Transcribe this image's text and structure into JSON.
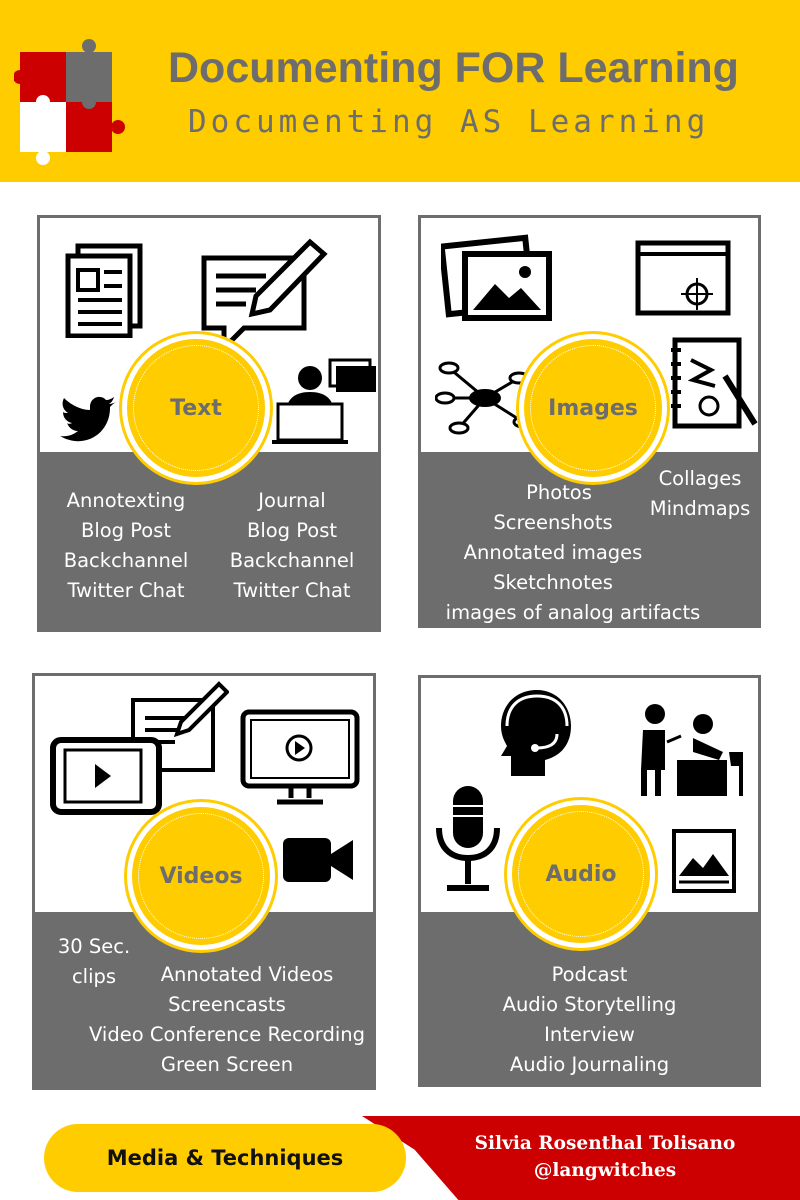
{
  "header": {
    "title": "Documenting FOR Learning",
    "subtitle": "Documenting AS Learning"
  },
  "colors": {
    "yellow": "#ffcc00",
    "gray": "#6d6d6d",
    "red": "#cc0000"
  },
  "panels": {
    "text": {
      "label": "Text",
      "left": [
        "Annotexting",
        "Blog Post",
        "Backchannel",
        "Twitter Chat"
      ],
      "right": [
        "Journal",
        "Blog Post",
        "Backchannel",
        "Twitter Chat"
      ]
    },
    "images": {
      "label": "Images",
      "items": [
        "Photos",
        "Screenshots",
        "Annotated images",
        "Sketchnotes",
        "images of analog artifacts"
      ],
      "side": [
        "Collages",
        "Mindmaps"
      ]
    },
    "videos": {
      "label": "Videos",
      "side": [
        "30 Sec.",
        "clips"
      ],
      "items": [
        "Annotated Videos",
        "Screencasts",
        "Video Conference Recording",
        "Green Screen"
      ]
    },
    "audio": {
      "label": "Audio",
      "items": [
        "Podcast",
        "Audio Storytelling",
        "Interview",
        "Audio Journaling"
      ]
    }
  },
  "footer": {
    "tag": "Media & Techniques",
    "author": "Silvia Rosenthal Tolisano",
    "handle": "@langwitches"
  }
}
